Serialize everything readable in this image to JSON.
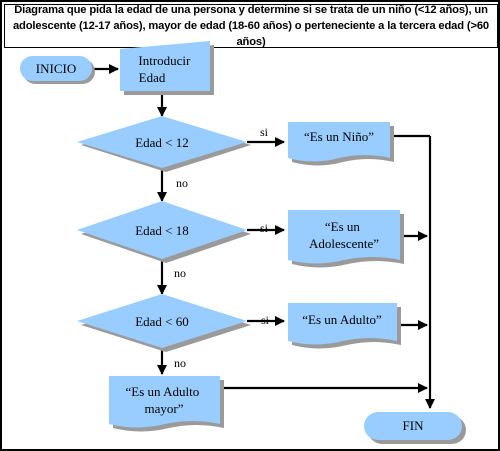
{
  "title": "Diagrama que pida la edad de una persona y determine si se trata de un niño (<12 años), un adolescente (12-17 años), mayor de edad (18-60 años) o perteneciente a la tercera edad (>60 años)",
  "colors": {
    "fill": "#99ccff",
    "shadow": "#9a9a9a",
    "line": "#000000"
  },
  "nodes": {
    "start": "INICIO",
    "input": [
      "Introducir",
      "Edad"
    ],
    "cond1": "Edad < 12",
    "cond2": "Edad < 18",
    "cond3": "Edad < 60",
    "out1": [
      "“Es un Niño”"
    ],
    "out2": [
      "“Es un",
      "Adolescente”"
    ],
    "out3": [
      "“Es un Adulto”"
    ],
    "out4": [
      "“Es un Adulto",
      "mayor”"
    ],
    "end": "FIN"
  },
  "edges": {
    "yes": "si",
    "no": "no"
  }
}
